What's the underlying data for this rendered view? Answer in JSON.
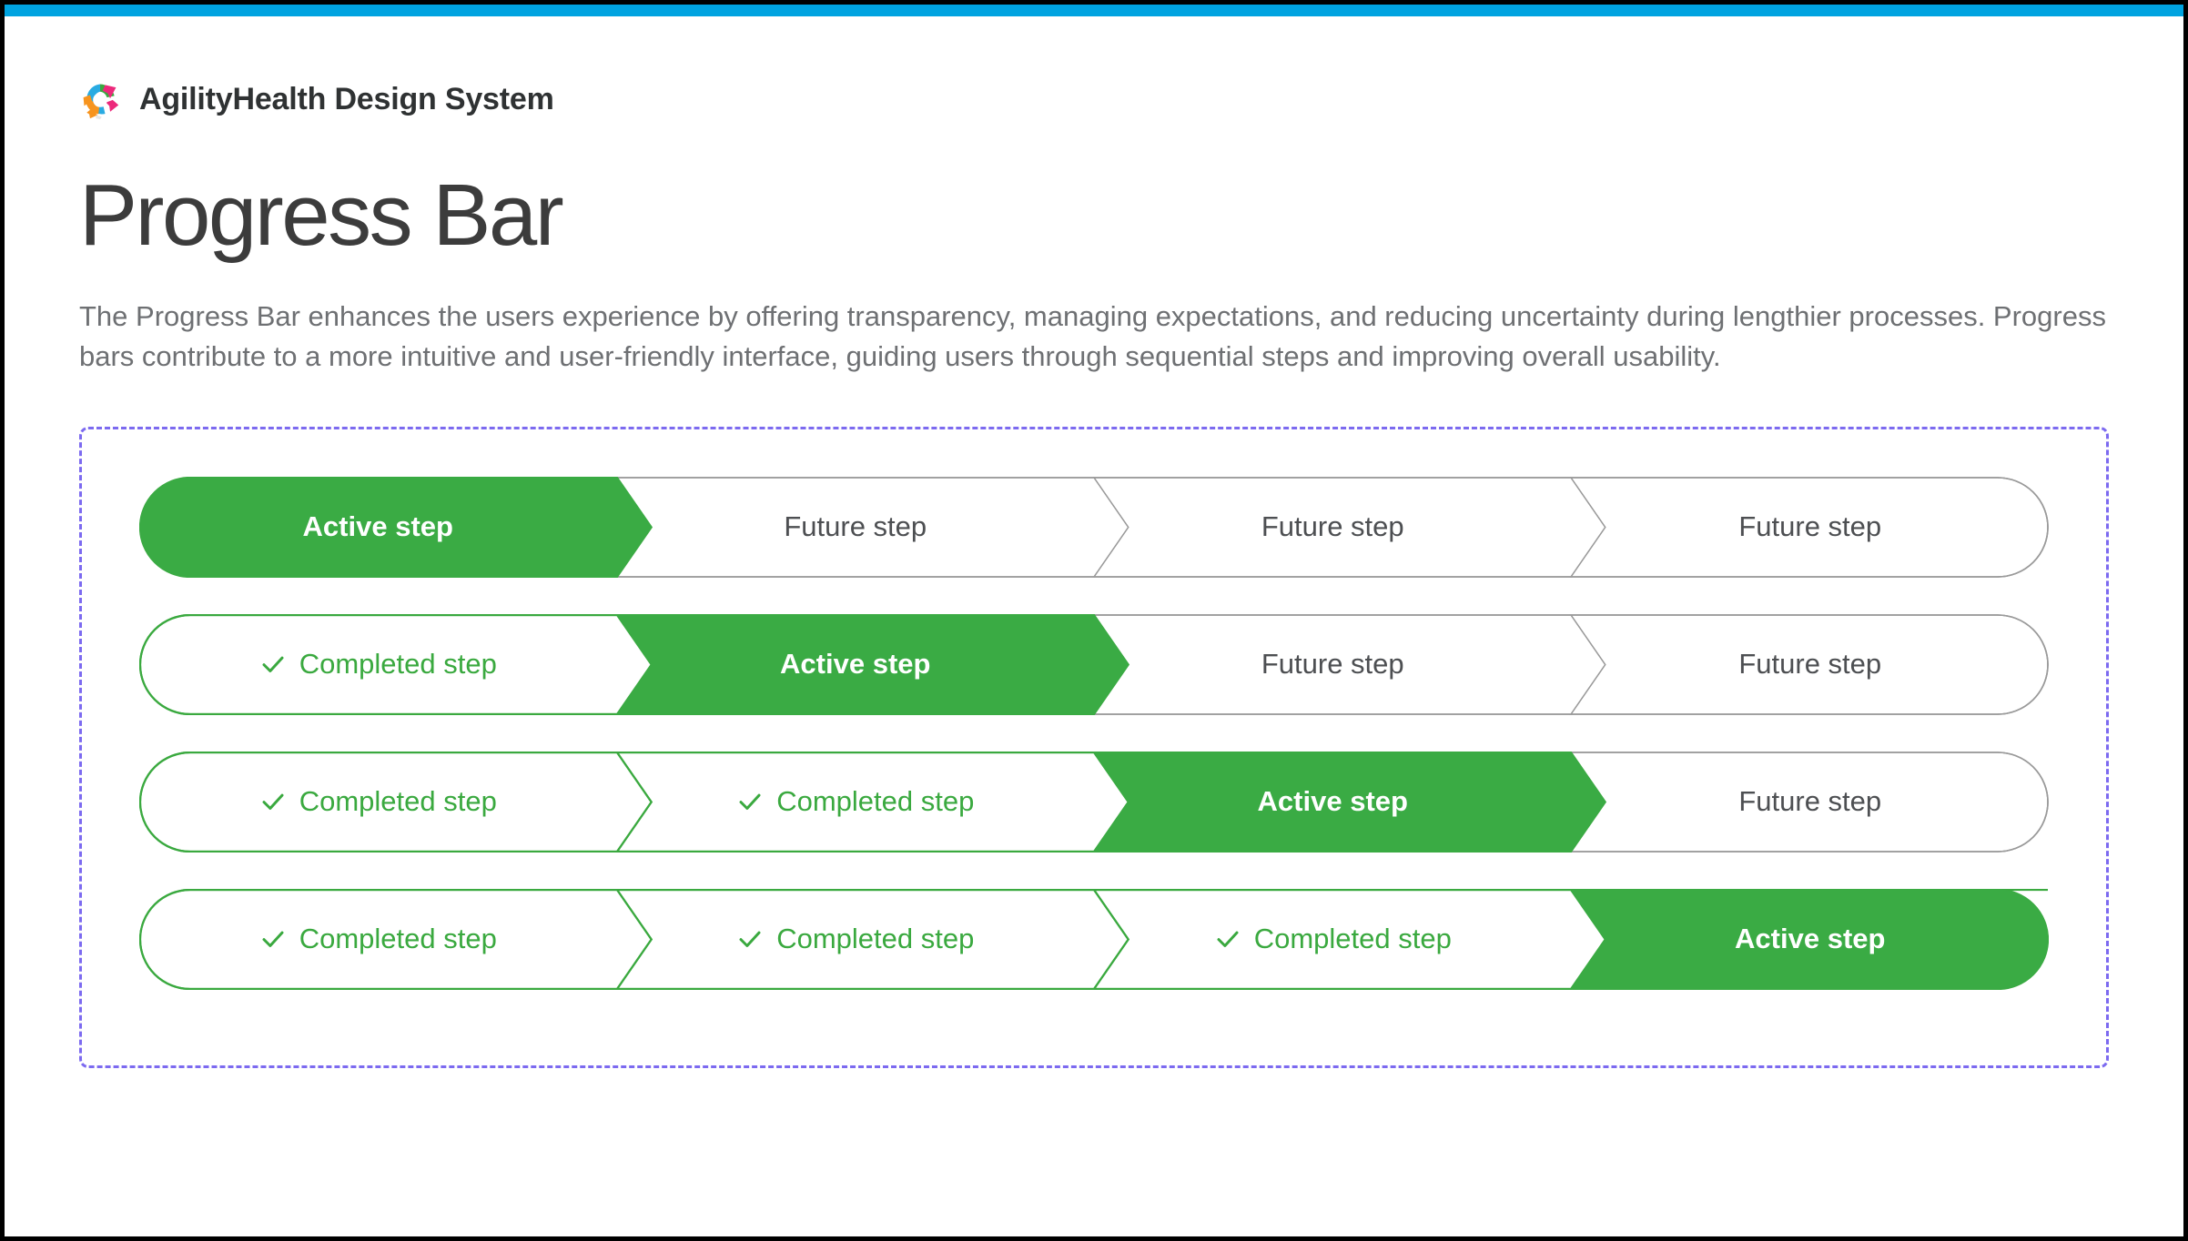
{
  "window": {
    "accent_bar_color": "#00a3e0",
    "frame_border_color": "#000000"
  },
  "brand": {
    "logo_icon": "agilityhealth-circular-logo-icon",
    "name": "AgilityHealth Design System",
    "logo_colors": [
      "#3aa93f",
      "#29abe2",
      "#f7941e",
      "#ec297b",
      "#e6e6e6"
    ]
  },
  "page": {
    "title": "Progress Bar",
    "description": "The Progress Bar enhances the users experience by offering transparency, managing expectations, and reducing uncertainty during lengthier processes. Progress bars contribute to a more intuitive and user-friendly interface, guiding users through sequential steps and improving overall usability."
  },
  "demo": {
    "frame_border_color": "#7c6af0",
    "frame_border_style": "dashed",
    "colors": {
      "active_fill": "#3aab44",
      "active_text": "#ffffff",
      "completed_stroke": "#3aa93f",
      "completed_text": "#3aa93f",
      "future_stroke": "#9a9a9a",
      "future_text": "#4d4f52",
      "track_fill": "#ffffff"
    },
    "labels": {
      "active": "Active step",
      "completed": "Completed step",
      "future": "Future step"
    },
    "check_icon": "check-icon",
    "bars": [
      {
        "name": "progress-bar-step-1-of-4",
        "active_index": 0,
        "steps": [
          {
            "state": "active",
            "label": "Active step"
          },
          {
            "state": "future",
            "label": "Future step"
          },
          {
            "state": "future",
            "label": "Future step"
          },
          {
            "state": "future",
            "label": "Future step"
          }
        ]
      },
      {
        "name": "progress-bar-step-2-of-4",
        "active_index": 1,
        "steps": [
          {
            "state": "completed",
            "label": "Completed step"
          },
          {
            "state": "active",
            "label": "Active step"
          },
          {
            "state": "future",
            "label": "Future step"
          },
          {
            "state": "future",
            "label": "Future step"
          }
        ]
      },
      {
        "name": "progress-bar-step-3-of-4",
        "active_index": 2,
        "steps": [
          {
            "state": "completed",
            "label": "Completed step"
          },
          {
            "state": "completed",
            "label": "Completed step"
          },
          {
            "state": "active",
            "label": "Active step"
          },
          {
            "state": "future",
            "label": "Future step"
          }
        ]
      },
      {
        "name": "progress-bar-step-4-of-4",
        "active_index": 3,
        "steps": [
          {
            "state": "completed",
            "label": "Completed step"
          },
          {
            "state": "completed",
            "label": "Completed step"
          },
          {
            "state": "completed",
            "label": "Completed step"
          },
          {
            "state": "active",
            "label": "Active step"
          }
        ]
      }
    ]
  }
}
